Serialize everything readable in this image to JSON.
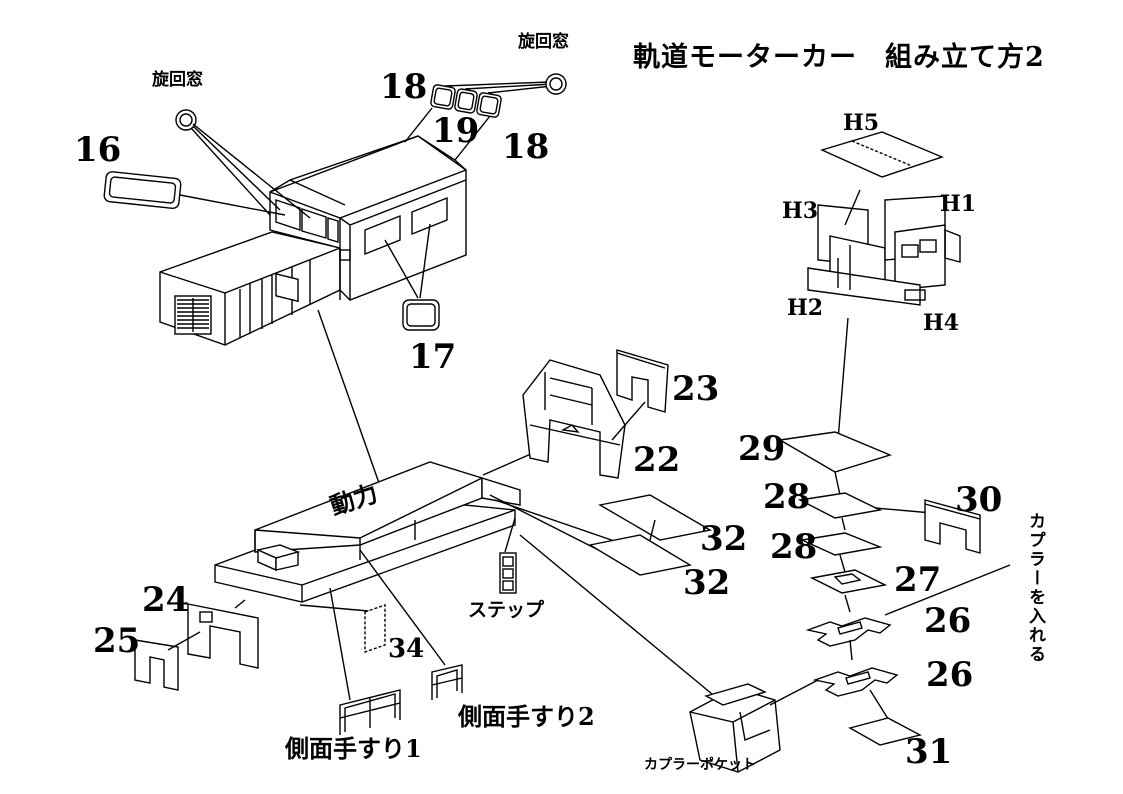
{
  "title": "軌道モーターカー　組み立て方2",
  "labels": {
    "senkaimado_left": "旋回窓",
    "senkaimado_right": "旋回窓",
    "p16": "16",
    "p17": "17",
    "p18a": "18",
    "p18b": "18",
    "p19": "19",
    "p22": "22",
    "p23": "23",
    "p24": "24",
    "p25": "25",
    "p26a": "26",
    "p26b": "26",
    "p27": "27",
    "p28a": "28",
    "p28b": "28",
    "p29": "29",
    "p30": "30",
    "p31": "31",
    "p32a": "32",
    "p32b": "32",
    "p34": "34",
    "h1": "H1",
    "h2": "H2",
    "h3": "H3",
    "h4": "H4",
    "h5": "H5",
    "step": "ステップ",
    "handrail1": "側面手すり1",
    "handrail2": "側面手すり2",
    "coupler_pocket": "カプラーポケット",
    "coupler_insert": "カプラーを入れる",
    "engine_text": "動力"
  }
}
